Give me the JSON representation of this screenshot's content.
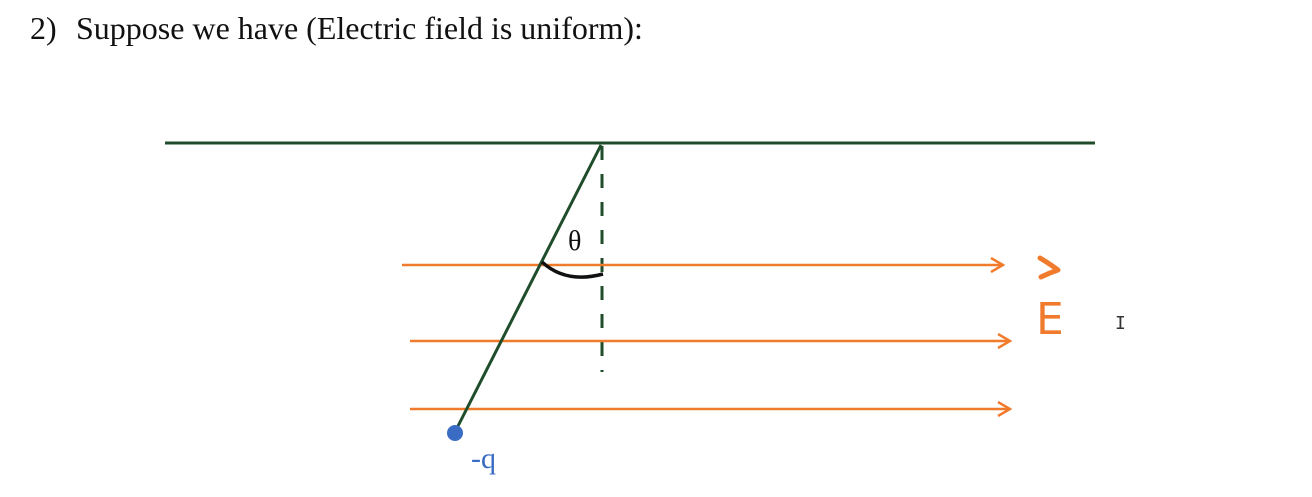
{
  "question": {
    "number": "2)",
    "text": "Suppose we have (Electric field is uniform):"
  },
  "diagram": {
    "angle_label": "θ",
    "charge_label": "-q",
    "field_label": "E",
    "field_arrow_count": 3,
    "colors": {
      "ceiling": "#1f4d2b",
      "string": "#1f4d2b",
      "vertical_reference": "#1f4d2b",
      "angle_arc": "#111111",
      "field_lines": "#f07b2c",
      "charge": "#3b6cc4",
      "charge_label": "#3b6cc4",
      "field_label": "#f07b2c"
    }
  },
  "cursor": {
    "icon": "text-cursor-icon"
  }
}
